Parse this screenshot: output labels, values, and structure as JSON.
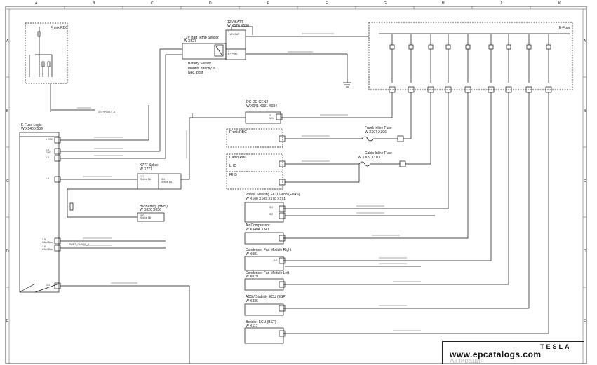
{
  "grid": {
    "columns": [
      "A",
      "B",
      "C",
      "D",
      "E",
      "F",
      "G",
      "H",
      "J",
      "K"
    ],
    "rows": [
      "A",
      "B",
      "C",
      "D",
      "E"
    ]
  },
  "components": {
    "frunk_rbc_top": "Frunk RBC",
    "batt_temp_sensor": "12V Batt Temp Sensor",
    "batt_temp_sensor_code": "W       X527",
    "batt_sensor_note": "Battery Sensor mounts directly to Neg. post",
    "batt_12v": "12V BATT",
    "batt_12v_code": "W       X526   X530",
    "efuse": "E-Fuse",
    "efuse_logic": "E-Fuse Logic",
    "efuse_logic_code": "W       X540   X539",
    "dcdc": "DC-DC GEN2",
    "dcdc_code": "W       X041   X031   X034",
    "frunk_rbc": "Frunk RBC",
    "cabin_rbc": "Cabin RBC",
    "lhd": "LHD",
    "rhd": "RHD",
    "frunk_inline_fuse": "Frunk Inline Fuse",
    "frunk_inline_fuse_code": "W       X307   X306",
    "cabin_inline_fuse": "Cabin Inline Fuse",
    "cabin_inline_fuse_code": "W       X309   X310",
    "splice": "X777 Splice",
    "splice_code": "W       X777",
    "hv_battery": "HV Battery (BMS)",
    "hv_battery_code": "W       X020   X036",
    "power_steering": "Power Steering ECU Gen3 (EPAS)",
    "power_steering_code": "W       X168   X169   X170   X171",
    "air_compressor": "Air Compressor",
    "air_compressor_code": "W       X340A  X341",
    "condenser_right": "Condenser Fan Module Right",
    "condenser_right_code": "W       X081",
    "condenser_left": "Condenser Fan Module Left",
    "condenser_left_code": "W       X079",
    "abs": "ABS / Stability ECU (ESP)",
    "abs_code": "W       X336",
    "booster": "Booster ECU (BST)",
    "booster_code": "W       X117"
  },
  "pin_labels": {
    "p1": "1  GND",
    "p2": "1.4\nGND",
    "p3": "1.3",
    "p4": "1.8",
    "p5": "1.2",
    "p6": "1.1",
    "p7": "3.1",
    "p8": "3.2",
    "p9": "1\n+12V BAT",
    "p10": "1\nB+ Post",
    "p11": "3\n12V",
    "p12": "1.1\nSplice 1A",
    "p13": "1.2\nSplice 1B",
    "p14": "3.4\nSplice 1A",
    "p15": "1.5\nCAN Bus",
    "p16": "1.6\nCAN Bus"
  },
  "refs": {
    "ref_frunk": "3T4+P03G7_A",
    "ref_pwr": "PWRT_CHASE_A"
  },
  "watermark": {
    "url": "www.epcatalogs.com",
    "brand": "TESLA",
    "cyr": "Активация"
  },
  "colors": {
    "line": "#111111",
    "grid_border": "#222222",
    "watermark": "#111111",
    "watermark_light": "#bfbfbf"
  }
}
